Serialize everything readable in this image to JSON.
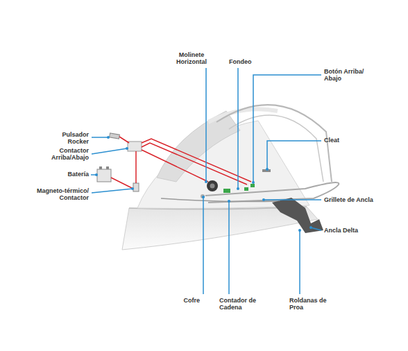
{
  "diagram": {
    "labels": [
      "Molinete Horizontal",
      "Fondeo",
      "Botón Arriba/ Abajo",
      "Pulsador Rocker",
      "Contactor Arriba/Abajo",
      "Cleat",
      "Batería",
      "Magneto-térmico/ Contactor",
      "Grillete de Ancla",
      "Ancla Delta",
      "Cofre",
      "Contador de Cadena",
      "Roldanas de Proa"
    ]
  }
}
